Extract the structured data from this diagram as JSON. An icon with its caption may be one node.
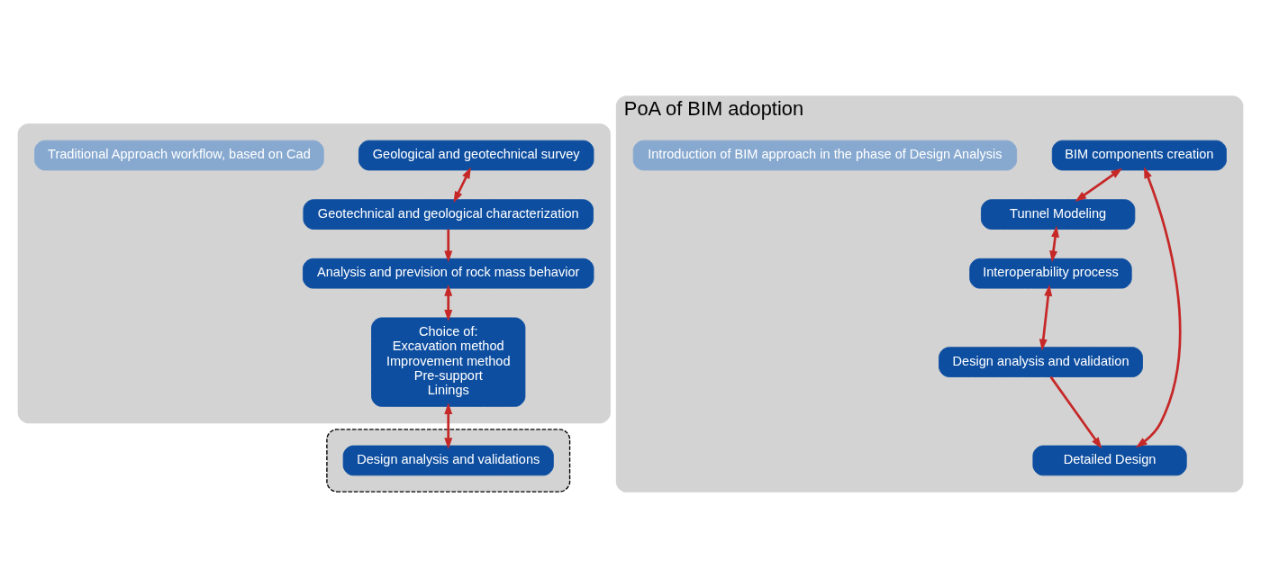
{
  "diagram": {
    "nodes": [
      {
        "text": [],
        "shape": "box"
      },
      {
        "text": [
          "Geological and geotechnical survey"
        ],
        "in": 0
      },
      {
        "text": [
          "Geotechnical and geological characterization"
        ],
        "in": 0
      },
      {
        "text": [
          "Analysis and prevision of rock mass behavior"
        ],
        "in": 0
      },
      {
        "text": [
          "Choice of:",
          "Excavation method",
          "Improvement method",
          "Pre-support",
          "Linings"
        ],
        "in": 0
      },
      {
        "text": [
          "Traditional Approach workflow, based on Cad"
        ],
        "in": 0
      },
      {
        "text": [],
        "shape": "box"
      },
      {
        "text": [
          "Design analysis and validations"
        ],
        "in": 6
      },
      {
        "text": [
          "PoA of BIM adoption"
        ]
      },
      {
        "text": [
          "BIM components creation"
        ],
        "in": 8
      },
      {
        "text": [
          "Tunnel Modeling"
        ],
        "in": 8
      },
      {
        "text": [
          "Detailed Design"
        ],
        "in": 8
      },
      {
        "text": [
          "Interoperability process"
        ],
        "in": 8
      },
      {
        "text": [
          "Design analysis and validation"
        ],
        "in": 8
      },
      {
        "text": [
          "Introduction of BIM approach in the phase of Design Analysis"
        ],
        "in": 8
      }
    ],
    "edges": [
      {
        "from": 1,
        "to": 2,
        "arrow": "both"
      },
      {
        "from": 2,
        "to": 3,
        "arrow": "to"
      },
      {
        "from": 3,
        "to": 4,
        "arrow": "both"
      },
      {
        "from": 4,
        "to": 7,
        "arrow": "both"
      },
      {
        "from": 9,
        "to": 10,
        "arrow": "both"
      },
      {
        "from": 9,
        "to": 11,
        "arrow": "both"
      },
      {
        "from": 10,
        "to": 12,
        "arrow": "both"
      },
      {
        "from": 12,
        "to": 13,
        "arrow": "both"
      },
      {
        "from": 13,
        "to": 11,
        "arrow": "to"
      }
    ]
  }
}
